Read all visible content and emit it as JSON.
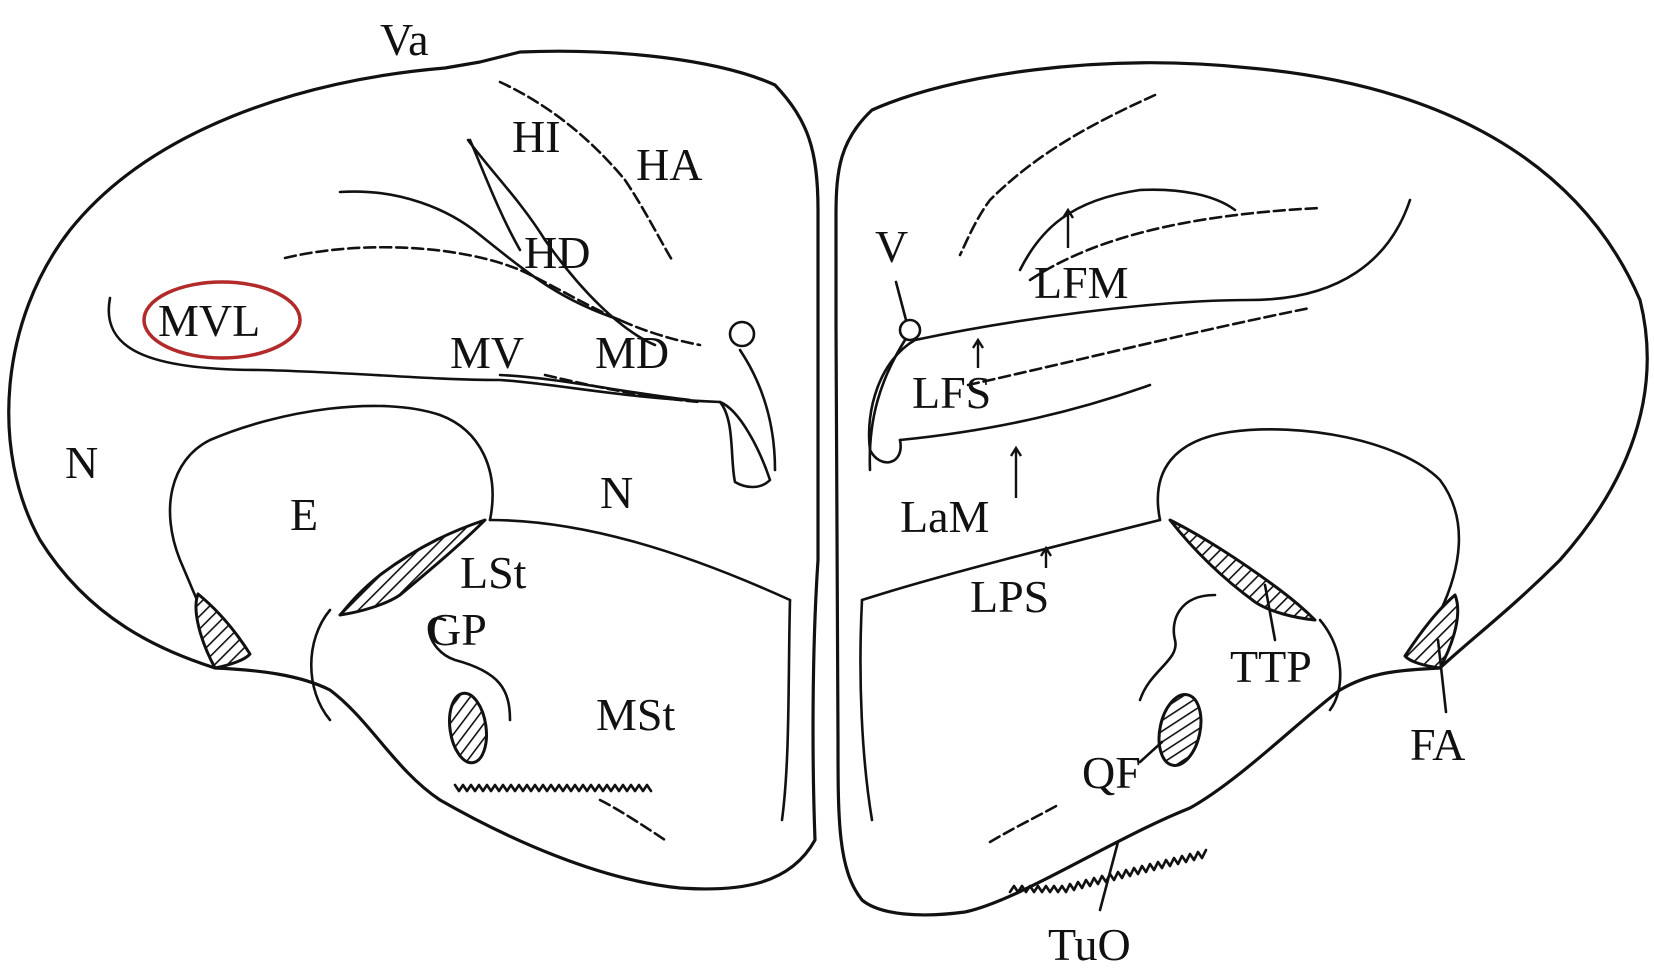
{
  "labels": {
    "Va": "Va",
    "HI": "HI",
    "HA": "HA",
    "HD": "HD",
    "MVL": "MVL",
    "MV": "MV",
    "MD": "MD",
    "N_left": "N",
    "E": "E",
    "N_mid": "N",
    "LSt": "LSt",
    "GP": "GP",
    "MSt": "MSt",
    "V": "V",
    "LFM": "LFM",
    "LFS": "LFS",
    "LaM": "LaM",
    "LPS": "LPS",
    "TTP": "TTP",
    "FA": "FA",
    "QF": "QF",
    "TuO": "TuO"
  },
  "colors": {
    "line": "#111111",
    "highlight": "#b22a2a",
    "background": "#ffffff"
  },
  "highlighted_region": "MVL"
}
